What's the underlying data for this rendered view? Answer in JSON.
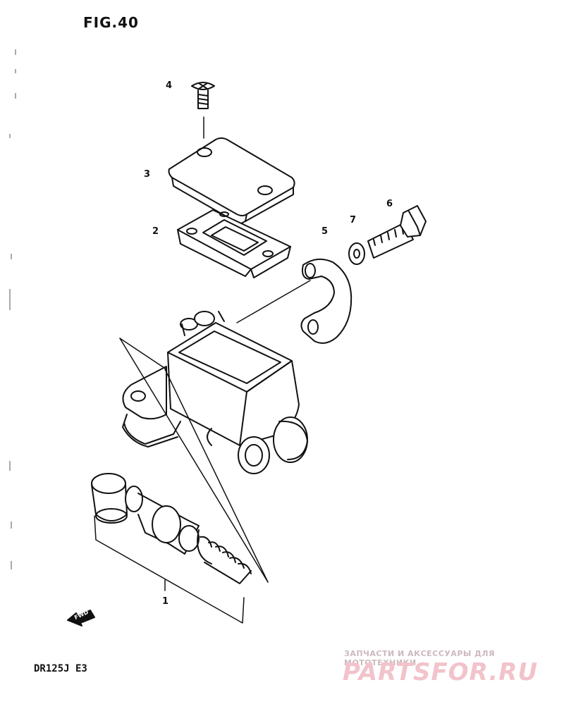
{
  "figure": {
    "title": "FIG.40",
    "model": "DR125J E3"
  },
  "callouts": [
    {
      "id": "1",
      "label": "1"
    },
    {
      "id": "2",
      "label": "2"
    },
    {
      "id": "3",
      "label": "3"
    },
    {
      "id": "4",
      "label": "4"
    },
    {
      "id": "5",
      "label": "5"
    },
    {
      "id": "6",
      "label": "6"
    },
    {
      "id": "7",
      "label": "7"
    }
  ],
  "direction_marker": "FWD",
  "watermark": {
    "tagline": "ЗАПЧАСТИ И АКСЕССУАРЫ ДЛЯ МОТОТЕХНИКИ",
    "logo": "PARTSFOR.RU"
  }
}
